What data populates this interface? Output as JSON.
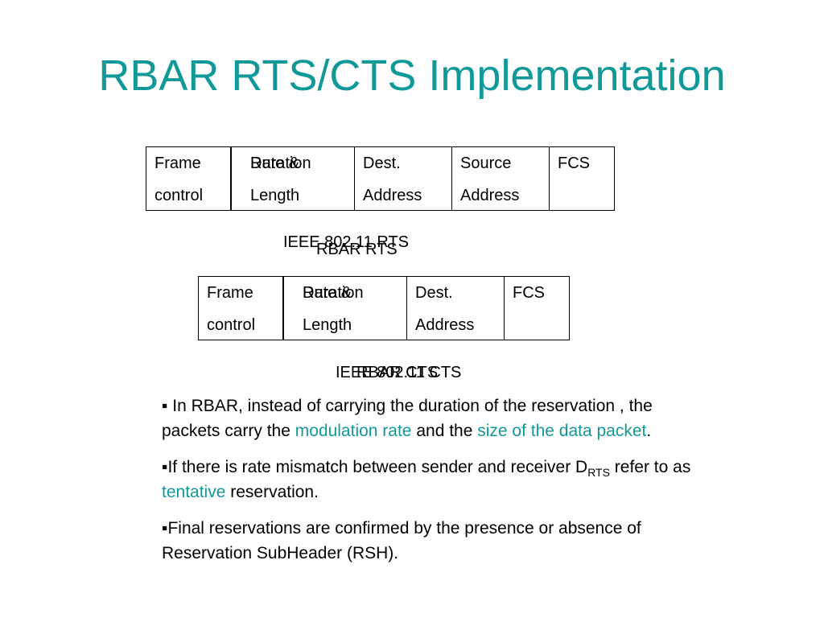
{
  "title": "RBAR RTS/CTS Implementation",
  "rts_frame": {
    "fields": [
      {
        "line1": "Frame",
        "line2": "control"
      },
      {
        "line1": "Duration",
        "line2": "",
        "overlay_line1": "Rate &",
        "overlay_line2": "Length"
      },
      {
        "line1": "Dest.",
        "line2": "Address"
      },
      {
        "line1": "Source",
        "line2": "Address"
      },
      {
        "line1": "FCS",
        "line2": ""
      }
    ],
    "caption": "IEEE 802.11 RTS",
    "overlay_caption": "RBAR RTS"
  },
  "cts_frame": {
    "fields": [
      {
        "line1": "Frame",
        "line2": "control"
      },
      {
        "line1": "Duration",
        "line2": "",
        "overlay_line1": "Rate &",
        "overlay_line2": "Length"
      },
      {
        "line1": "Dest.",
        "line2": "Address"
      },
      {
        "line1": "FCS",
        "line2": ""
      }
    ],
    "caption": "IEEE 802.11 CTS",
    "overlay_caption": "RBAR CTS"
  },
  "bullets": [
    {
      "marker": "▪",
      "p1": " In RBAR, instead of carrying the duration of the reservation , the packets carry the ",
      "hl1": "modulation rate",
      "p2": " and the ",
      "hl2": "size of the data packet",
      "p3": "."
    },
    {
      "marker": "▪",
      "p1": "If there is rate mismatch between sender and receiver D",
      "sub": "RTS",
      "p2": " refer to as ",
      "hl": "tentative",
      "p3": " reservation."
    },
    {
      "marker": "▪",
      "text": "Final reservations are confirmed by the presence or absence of Reservation SubHeader (RSH)."
    }
  ],
  "colors": {
    "accent": "#119999",
    "text": "#000000"
  }
}
